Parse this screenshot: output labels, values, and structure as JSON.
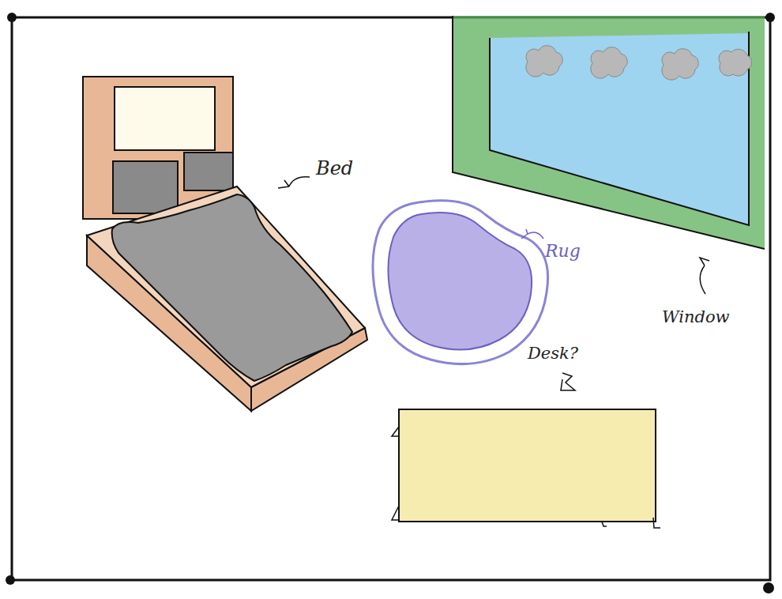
{
  "diagram": {
    "labels": [
      "Bed",
      "Window",
      "Rug",
      "Desk?"
    ]
  }
}
